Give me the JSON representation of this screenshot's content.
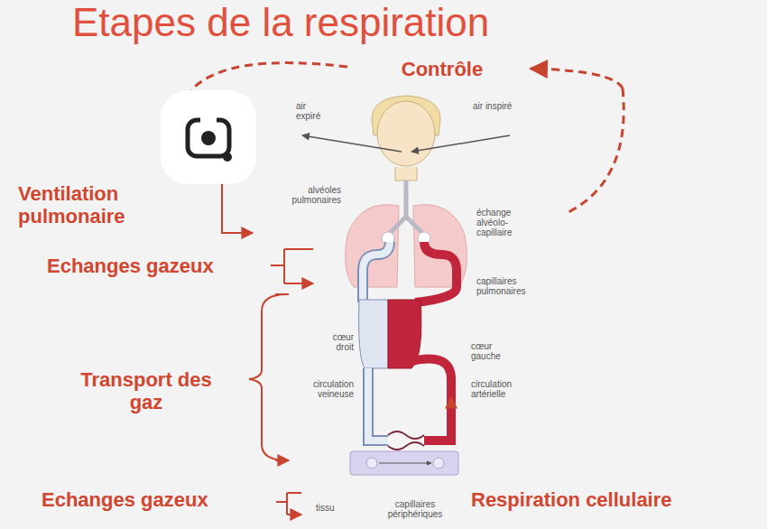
{
  "diagram": {
    "title": "Etapes de la respiration",
    "labels": [
      "Contrôle",
      "air expiré",
      "air inspiré",
      "Ventilation pulmonaire",
      "alvéoles pulmonaires",
      "échange alvéolo-capillaire",
      "Echanges gazeux",
      "capillaires pulmonaires",
      "Transport des gaz",
      "cœur droit",
      "cœur gauche",
      "circulation veineuse",
      "circulation artérielle",
      "Echanges gazeux",
      "tissu",
      "capillaires périphériques",
      "Respiration cellulaire"
    ]
  }
}
